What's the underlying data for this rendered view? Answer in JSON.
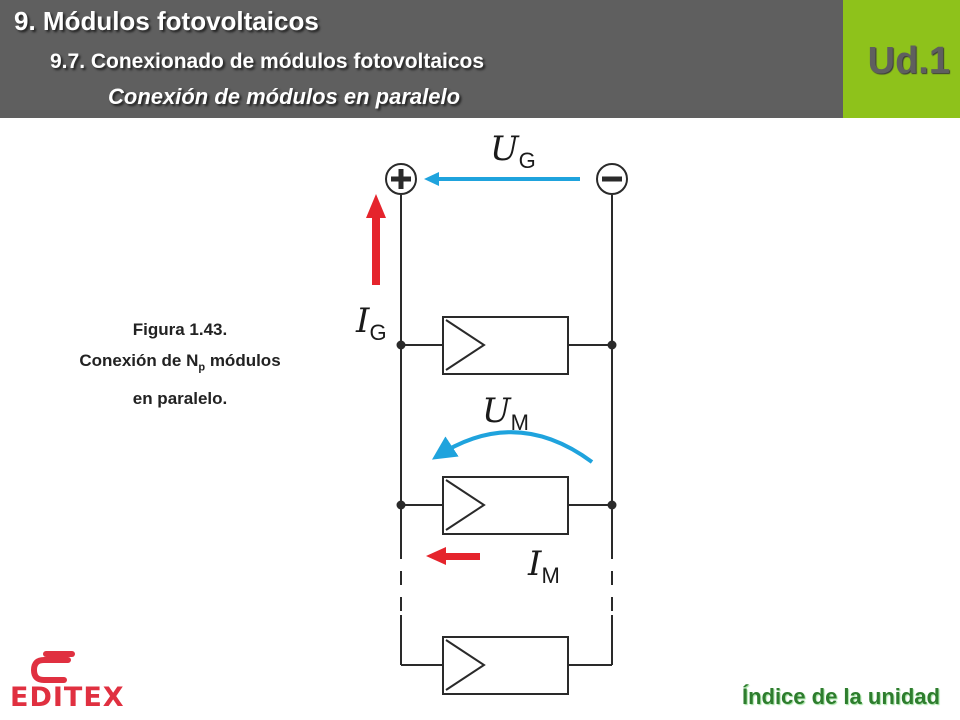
{
  "header": {
    "title": "9. Módulos fotovoltaicos",
    "subtitle": "9.7. Conexionado de módulos fotovoltaicos",
    "section": "Conexión de módulos en paralelo",
    "unit": "Ud.1"
  },
  "caption": {
    "line1": "Figura 1.43.",
    "line2_pre": "Conexión de N",
    "line2_sub": "p",
    "line2_post": " módulos",
    "line3": "en paralelo."
  },
  "diagram": {
    "ug_main": "U",
    "ug_sub": "G",
    "ig_main": "I",
    "ig_sub": "G",
    "um_main": "U",
    "um_sub": "M",
    "im_main": "I",
    "im_sub": "M",
    "colors": {
      "voltage": "#1fa3dd",
      "current": "#e5242c",
      "wire": "#2a2a2a"
    }
  },
  "footer": {
    "logo": "EDITEX",
    "index_link": "Índice de la unidad"
  }
}
